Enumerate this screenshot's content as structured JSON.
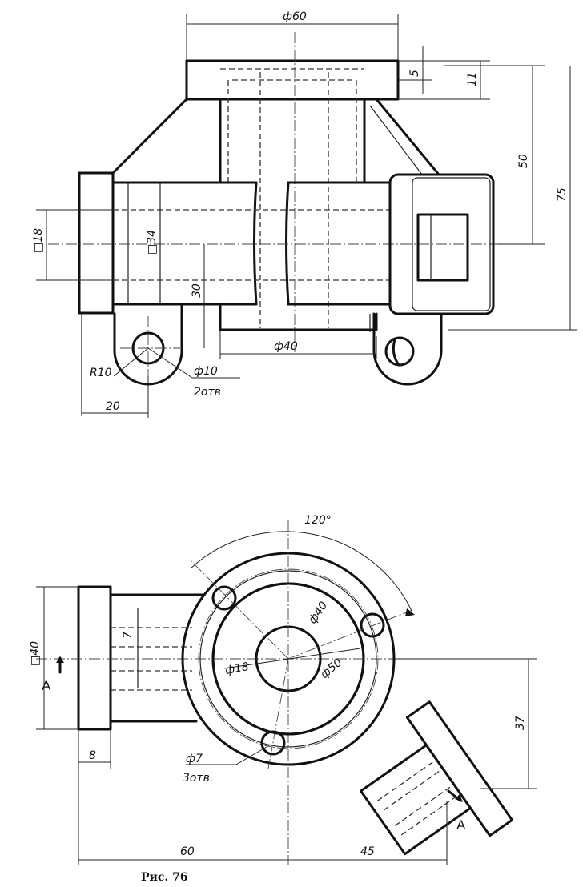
{
  "dimensions": {
    "top_width_diameter": "ф60",
    "flange_thickness_small": "5",
    "flange_thickness": "11",
    "height_upper": "50",
    "height_total": "75",
    "left_square": "□18",
    "pipe_square": "□34",
    "pipe_height": "30",
    "bottom_diameter": "ф40",
    "lug_radius": "R10",
    "lug_hole_diameter": "ф10",
    "lug_hole_count": "2отв",
    "lug_offset": "20",
    "angle": "120°",
    "bolt_circle": "ф40",
    "bore": "ф18",
    "outer_diameter": "ф50",
    "flange_square": "□40",
    "flange_width": "8",
    "branch_width": "7",
    "hole_diameter": "ф7",
    "hole_count": "3отв.",
    "branch_offset": "37",
    "left_length": "60",
    "right_length": "45"
  },
  "section_marks": {
    "left": "А",
    "right": "А"
  },
  "caption": "Рис. 76"
}
